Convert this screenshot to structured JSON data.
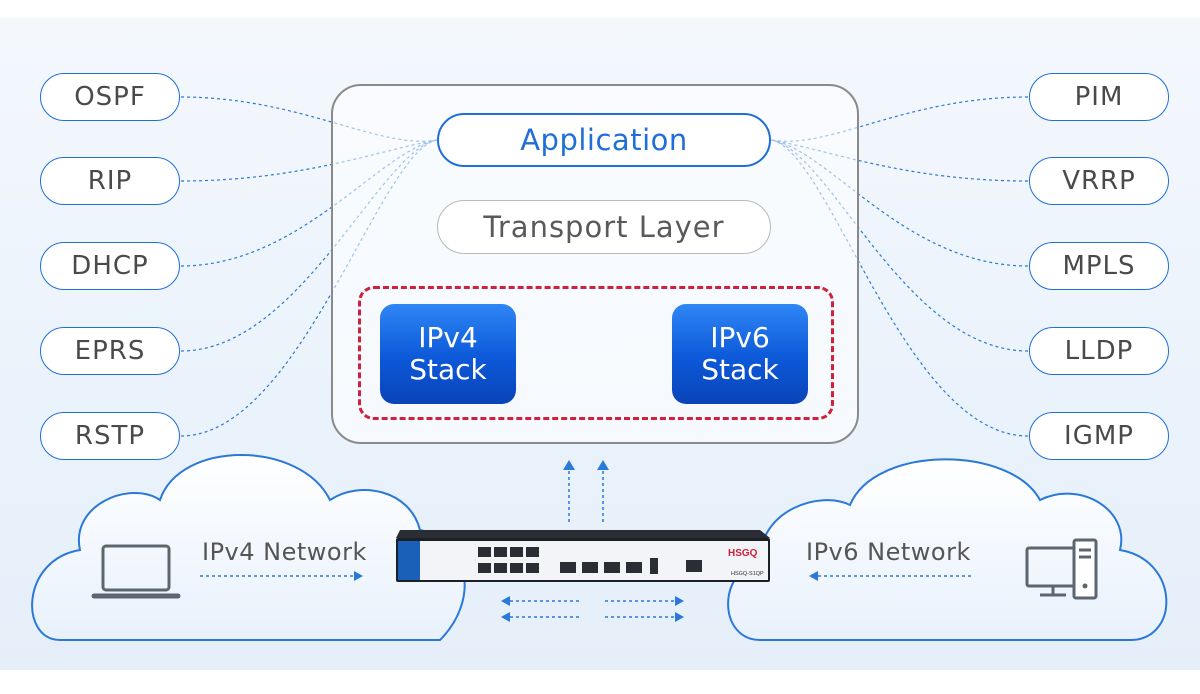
{
  "protocols_left": [
    "OSPF",
    "RIP",
    "DHCP",
    "EPRS",
    "RSTP"
  ],
  "protocols_right": [
    "PIM",
    "VRRP",
    "MPLS",
    "LLDP",
    "IGMP"
  ],
  "application": "Application",
  "transport": "Transport Layer",
  "ipv4_stack": [
    "IPv4",
    "Stack"
  ],
  "ipv6_stack": [
    "IPv6",
    "Stack"
  ],
  "ipv4_network": "IPv4 Network",
  "ipv6_network": "IPv6 Network",
  "device": {
    "brand": "HSGQ",
    "model": "HSGQ-S1QP"
  },
  "icons": [
    "laptop-icon",
    "desktop-computer-icon",
    "network-switch-icon",
    "cloud-icon"
  ],
  "colors": {
    "accent_blue": "#1f6fd6",
    "dashed_red": "#d0203a",
    "stack_blue": "#0c58d8",
    "cloud_fill": "#ffffff"
  }
}
